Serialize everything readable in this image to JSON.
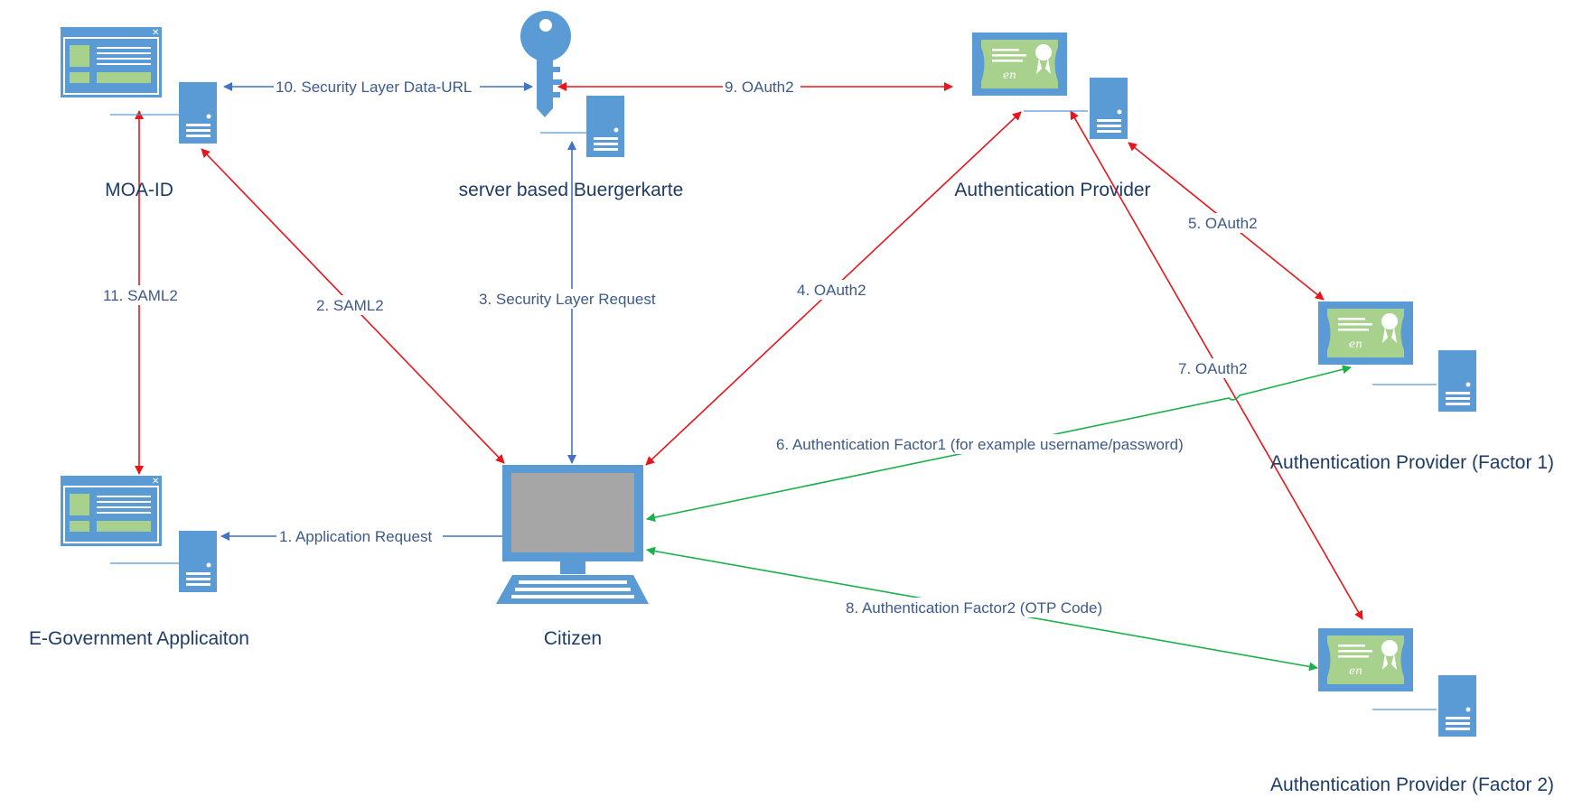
{
  "nodes": {
    "moa_id": "MOA-ID",
    "server_bk": "server based Buergerkarte",
    "auth_provider": "Authentication Provider",
    "egov_app": "E-Government Applicaiton",
    "citizen": "Citizen",
    "ap_factor1": "Authentication Provider (Factor 1)",
    "ap_factor2": "Authentication Provider (Factor 2)"
  },
  "edges": {
    "e1": "1. Application Request",
    "e2": "2. SAML2",
    "e3": "3. Security Layer Request",
    "e4": "4. OAuth2",
    "e5": "5. OAuth2",
    "e6": "6. Authentication Factor1 (for example username/password)",
    "e7": "7. OAuth2",
    "e8": "8. Authentication Factor2 (OTP Code)",
    "e9": "9. OAuth2",
    "e10": "10. Security Layer Data-URL",
    "e11": "11. SAML2"
  },
  "colors": {
    "red": "#e8161c",
    "blue": "#4472c4",
    "green": "#1ab04b",
    "icon_blue": "#5b9bd5",
    "cert_green": "#a9d18e"
  },
  "icons": [
    "browser-window-icon",
    "server-icon",
    "key-icon",
    "certificate-icon",
    "computer-icon"
  ]
}
